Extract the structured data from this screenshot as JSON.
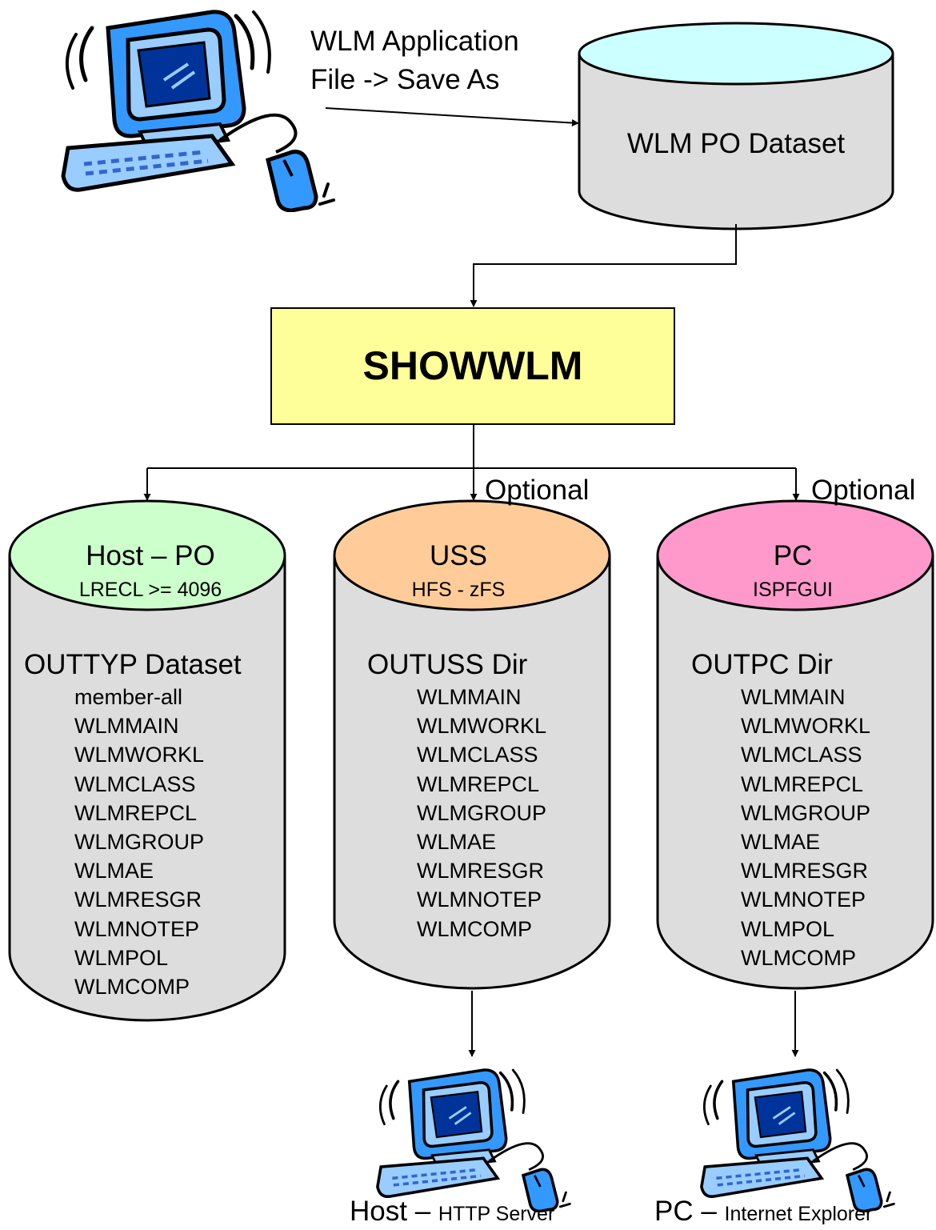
{
  "top": {
    "app_label_line1": "WLM Application",
    "app_label_line2": "File -> Save As",
    "dataset_label": "WLM PO Dataset"
  },
  "process": {
    "label": "SHOWWLM"
  },
  "optional_labels": [
    "Optional",
    "Optional"
  ],
  "outputs": [
    {
      "title": "Host – PO",
      "subtitle": "LRECL >= 4096",
      "heading": "OUTTYP Dataset",
      "members": [
        "member-all",
        "WLMMAIN",
        "WLMWORKL",
        "WLMCLASS",
        "WLMREPCL",
        "WLMGROUP",
        "WLMAE",
        "WLMRESGR",
        "WLMNOTEP",
        "WLMPOL",
        "WLMCOMP"
      ],
      "top_color": "#ccffcc"
    },
    {
      "title": "USS",
      "subtitle": "HFS - zFS",
      "heading": "OUTUSS Dir",
      "members": [
        "WLMMAIN",
        "WLMWORKL",
        "WLMCLASS",
        "WLMREPCL",
        "WLMGROUP",
        "WLMAE",
        "WLMRESGR",
        "WLMNOTEP",
        "WLMCOMP"
      ],
      "top_color": "#ffcc99"
    },
    {
      "title": "PC",
      "subtitle": "ISPFGUI",
      "heading": "OUTPC Dir",
      "members": [
        "WLMMAIN",
        "WLMWORKL",
        "WLMCLASS",
        "WLMREPCL",
        "WLMGROUP",
        "WLMAE",
        "WLMRESGR",
        "WLMNOTEP",
        "WLMPOL",
        "WLMCOMP"
      ],
      "top_color": "#ff99cc"
    }
  ],
  "viewers": [
    {
      "main": "Host",
      "dash": " – ",
      "detail": "HTTP Server"
    },
    {
      "main": "PC",
      "dash": " – ",
      "detail": "Internet Explorer"
    }
  ],
  "colors": {
    "dataset_top": "#ccffff",
    "cylinder_body": "#dddddd",
    "process_fill": "#ffff99",
    "computer_blue": "#3399ff"
  },
  "icons": [
    "computer-icon"
  ]
}
